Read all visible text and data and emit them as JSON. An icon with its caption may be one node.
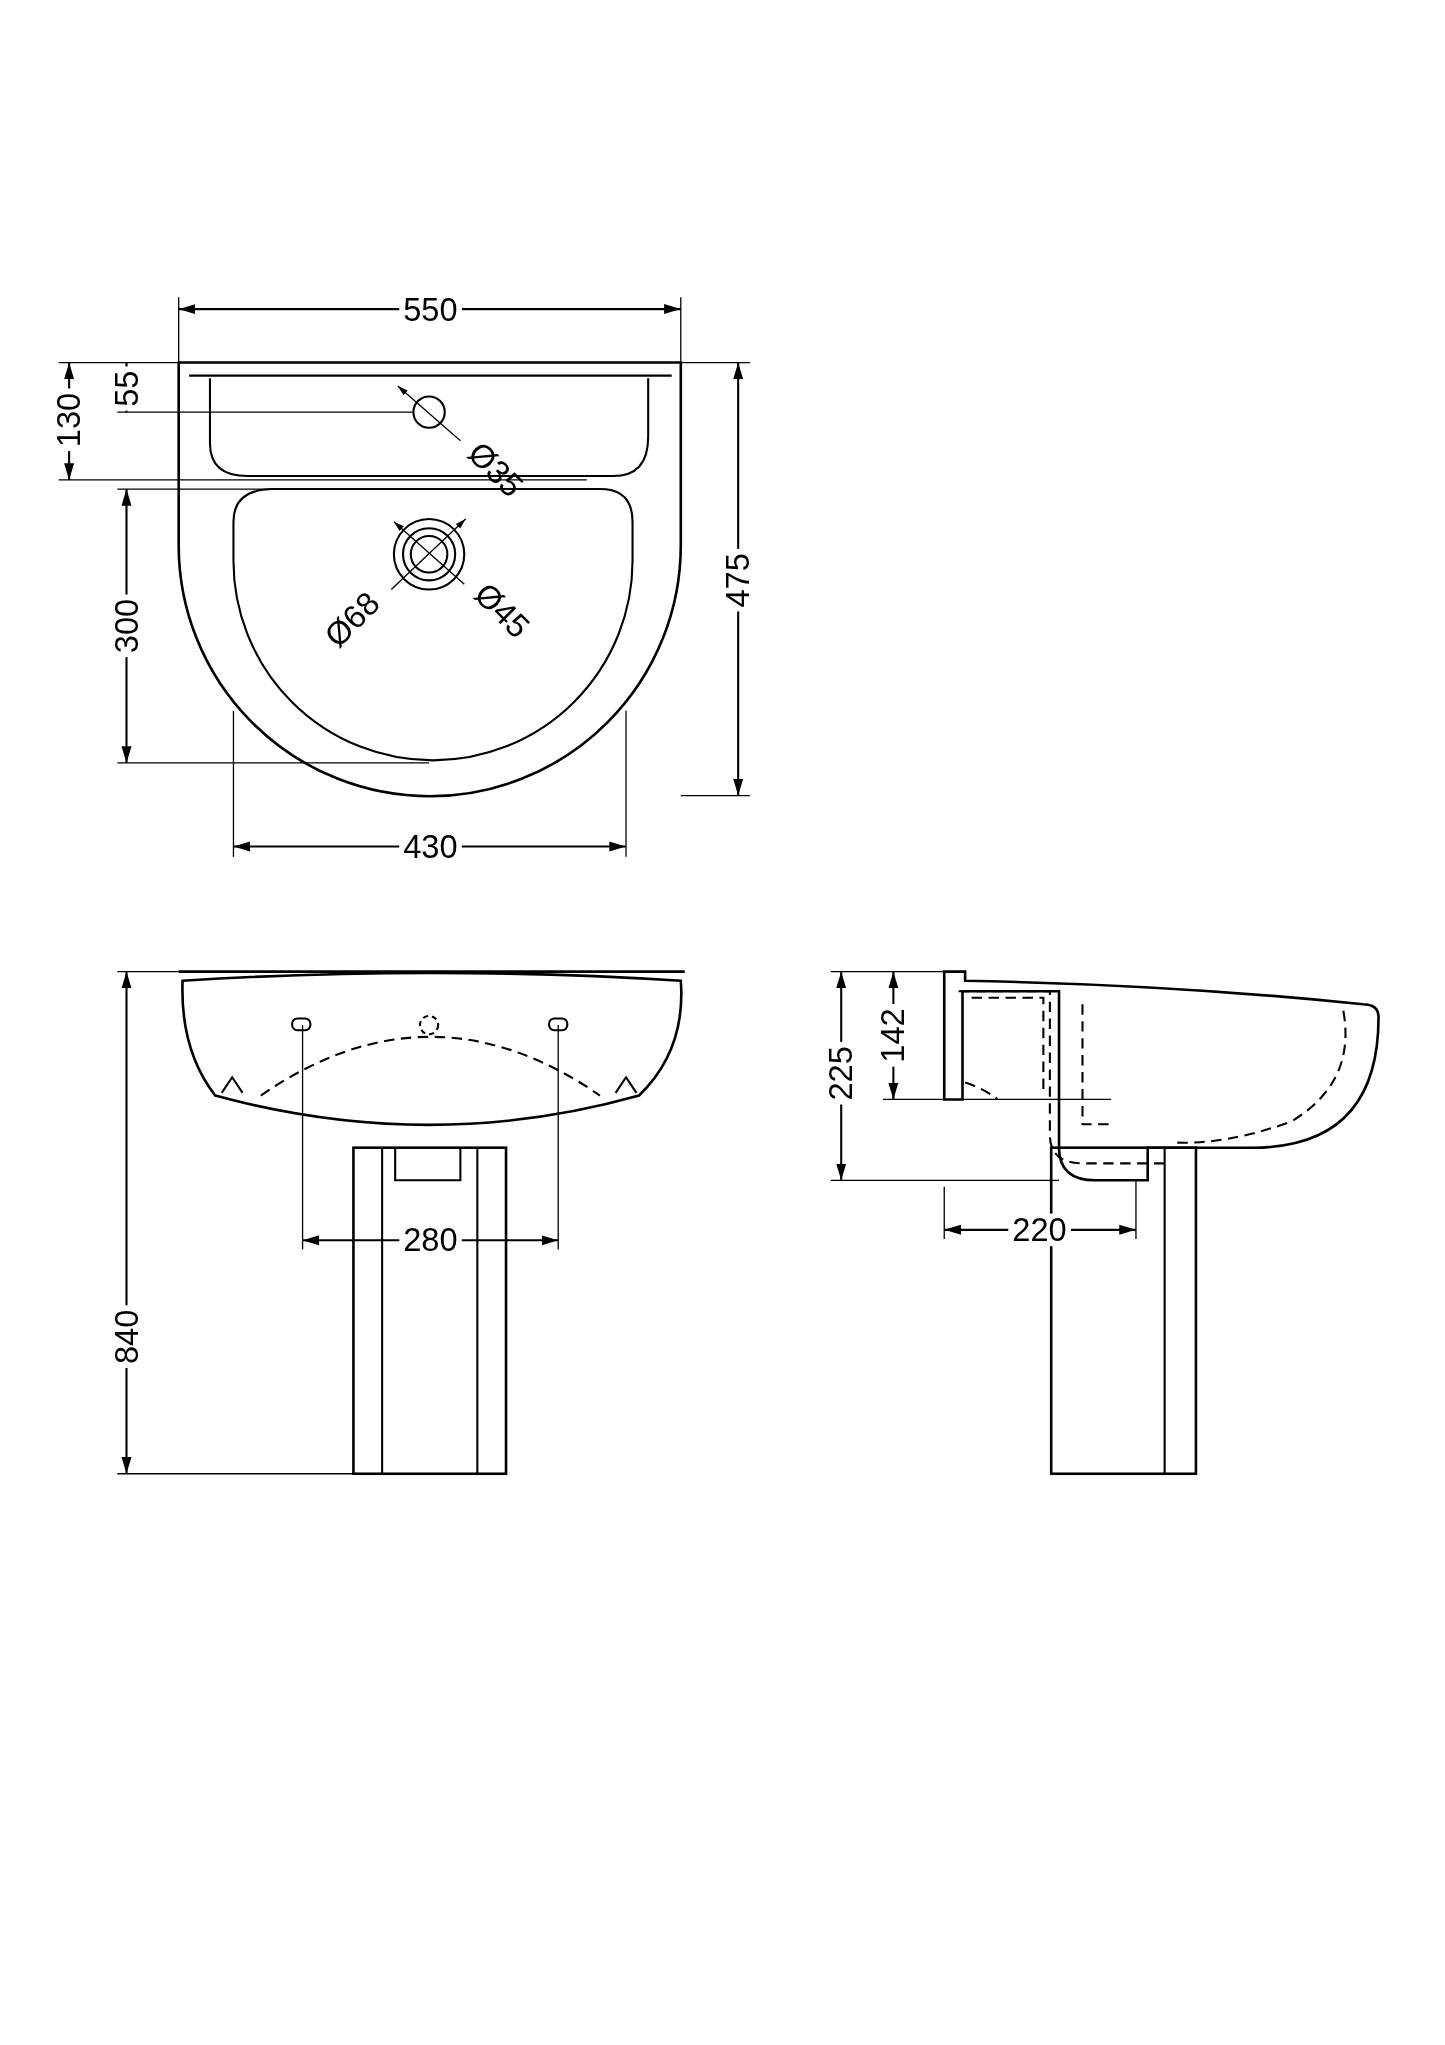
{
  "diagram": {
    "labels": [
      "550",
      "130",
      "55",
      "Ø35",
      "475",
      "300",
      "Ø68",
      "Ø45",
      "430",
      "225",
      "142",
      "840",
      "280",
      "220"
    ]
  }
}
